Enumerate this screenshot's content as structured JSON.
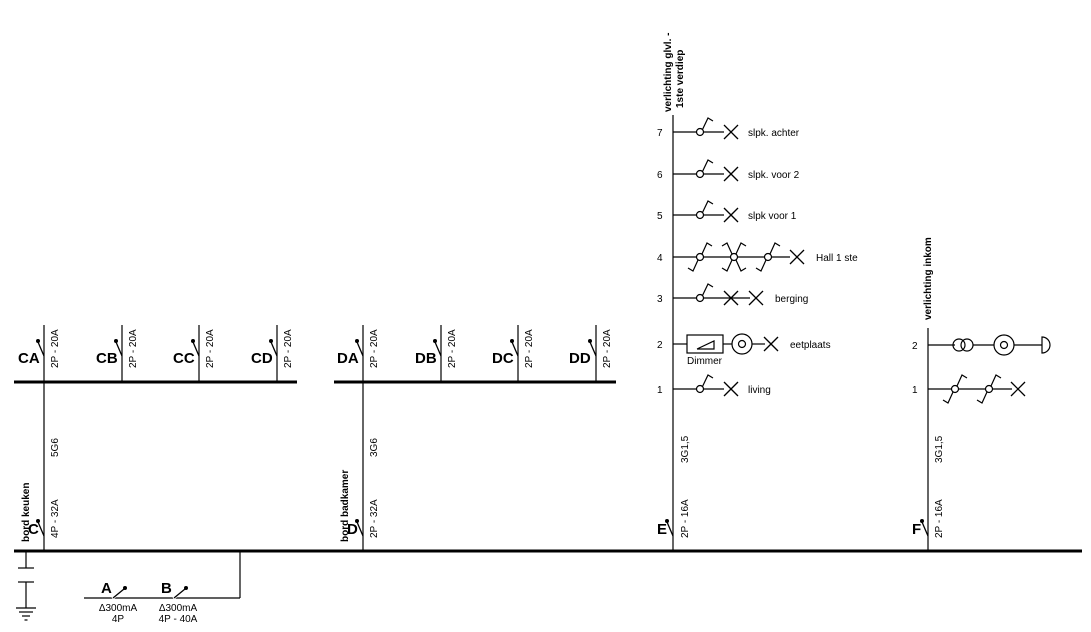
{
  "main_breakers": [
    {
      "id": "A",
      "rating": "Δ300mA",
      "spec": "4P"
    },
    {
      "id": "B",
      "rating": "Δ300mA",
      "spec": "4P - 40A"
    }
  ],
  "branches": [
    {
      "id": "C",
      "name": "bord keuken",
      "rating": "4P - 32A",
      "cable": "5G6"
    },
    {
      "id": "D",
      "name": "bord badkamer",
      "rating": "2P - 32A",
      "cable": "3G6"
    },
    {
      "id": "E",
      "name": "verlichting glvl. - 1ste verdiep",
      "rating": "2P - 16A",
      "cable": "3G1,5"
    },
    {
      "id": "F",
      "name": "verlichting inkom",
      "rating": "2P - 16A",
      "cable": "3G1,5"
    }
  ],
  "subboards": {
    "C": [
      {
        "id": "CA",
        "rating": "2P - 20A"
      },
      {
        "id": "CB",
        "rating": "2P - 20A"
      },
      {
        "id": "CC",
        "rating": "2P - 20A"
      },
      {
        "id": "CD",
        "rating": "2P - 20A"
      }
    ],
    "D": [
      {
        "id": "DA",
        "rating": "2P - 20A"
      },
      {
        "id": "DB",
        "rating": "2P - 20A"
      },
      {
        "id": "DC",
        "rating": "2P - 20A"
      },
      {
        "id": "DD",
        "rating": "2P - 20A"
      }
    ]
  },
  "circuit_e": {
    "title_line1": "verlichting glvl. -",
    "title_line2": "1ste verdiep",
    "rows": [
      {
        "num": "7",
        "label": "slpk. achter"
      },
      {
        "num": "6",
        "label": "slpk. voor 2"
      },
      {
        "num": "5",
        "label": "slpk voor 1"
      },
      {
        "num": "4",
        "label": "Hall 1 ste"
      },
      {
        "num": "3",
        "label": "berging"
      },
      {
        "num": "2",
        "label": "eetplaats",
        "device": "Dimmer"
      },
      {
        "num": "1",
        "label": "living"
      }
    ]
  },
  "circuit_f": {
    "title": "verlichting inkom",
    "rows": [
      {
        "num": "2"
      },
      {
        "num": "1"
      }
    ]
  }
}
